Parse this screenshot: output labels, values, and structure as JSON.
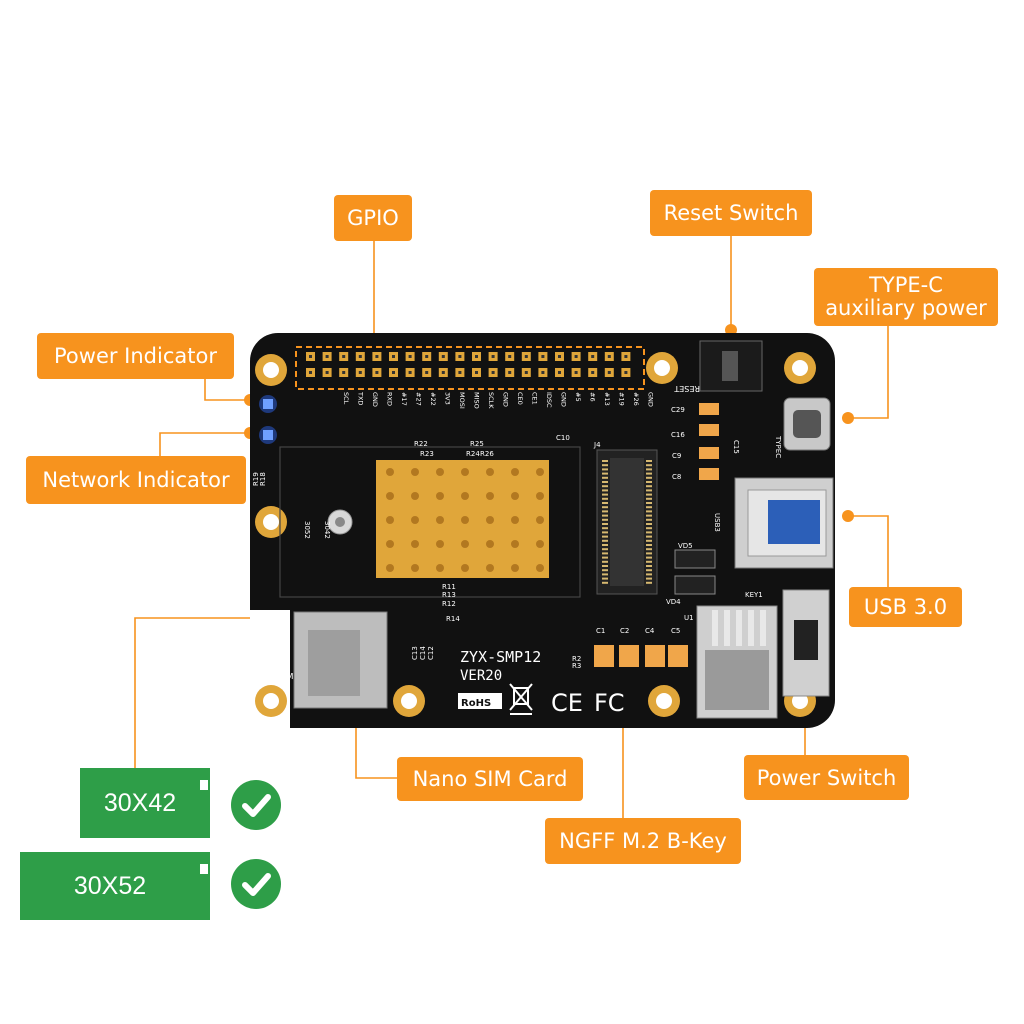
{
  "colors": {
    "accent": "#F7931E",
    "board": "#111111",
    "module_green": "#2E9E48",
    "led_blue": "#2F6BFF",
    "gold": "#E0A63A"
  },
  "callouts": {
    "gpio": "GPIO",
    "reset_switch": "Reset Switch",
    "typec_line1": "TYPE-C",
    "typec_line2": "auxiliary power",
    "power_indicator": "Power Indicator",
    "network_indicator": "Network Indicator",
    "usb3": "USB 3.0",
    "nano_sim": "Nano SIM Card",
    "power_switch": "Power Switch",
    "ngff": "NGFF M.2 B-Key"
  },
  "modules": [
    {
      "size": "30X42",
      "supported": true
    },
    {
      "size": "30X52",
      "supported": true
    }
  ],
  "board": {
    "model": "ZYX-SMP12",
    "version": "VER20",
    "reset_label": "RESET",
    "sim_label": "SIM",
    "typec_label": "TYPEC",
    "usb_label": "USB3",
    "key_label": "KEY1",
    "m2_label": "J4",
    "rohs": "RoHS",
    "ce": "CE",
    "fc": "FC",
    "screw_labels": [
      "3042",
      "3052"
    ],
    "resistor_labels": [
      "R19",
      "R18",
      "R22",
      "R23",
      "R24",
      "R25",
      "R26",
      "R11",
      "R13",
      "R12",
      "R14",
      "R2",
      "R3"
    ],
    "cap_labels": [
      "C1",
      "C2",
      "C4",
      "C5",
      "C29",
      "C16",
      "C9",
      "C8",
      "C15",
      "C10",
      "C13",
      "C14",
      "C12"
    ],
    "diode_labels": [
      "VD5",
      "VD4",
      "U1"
    ],
    "gpio_pin_labels": [
      "SCL",
      "TXD",
      "GND",
      "RXD",
      "#17",
      "#27",
      "#22",
      "3V3",
      "MOSI",
      "MISO",
      "SCLK",
      "GND",
      "CE0",
      "CE1",
      "IDSC",
      "GND",
      "#5",
      "#6",
      "#13",
      "#19",
      "#26",
      "GND"
    ]
  }
}
